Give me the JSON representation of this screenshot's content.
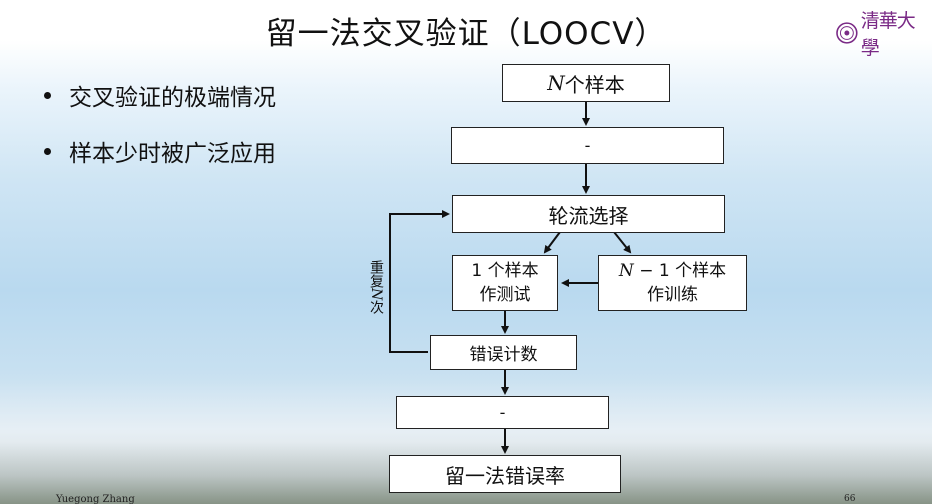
{
  "slide": {
    "title": "留一法交叉验证（LOOCV）",
    "logo_text": "清華大學",
    "bullets": [
      "交叉验证的极端情况",
      "样本少时被广泛应用"
    ],
    "footer_author": "Yuegong Zhang",
    "page_number": "66"
  },
  "flowchart": {
    "n_samples_var": "N",
    "n_samples_suffix": " 个样本",
    "blank_box_1": "-",
    "rotate": "轮流选择",
    "test_line1": "1 个样本",
    "test_line2": "作测试",
    "train_var": "N",
    "train_line1_suffix": " − 1 个样本",
    "train_line2": "作训练",
    "error_count": "错误计数",
    "blank_box_2": "-",
    "loo_error_rate": "留一法错误率",
    "repeat_label_prefix": "重复",
    "repeat_label_var": "N",
    "repeat_label_suffix": "次"
  }
}
